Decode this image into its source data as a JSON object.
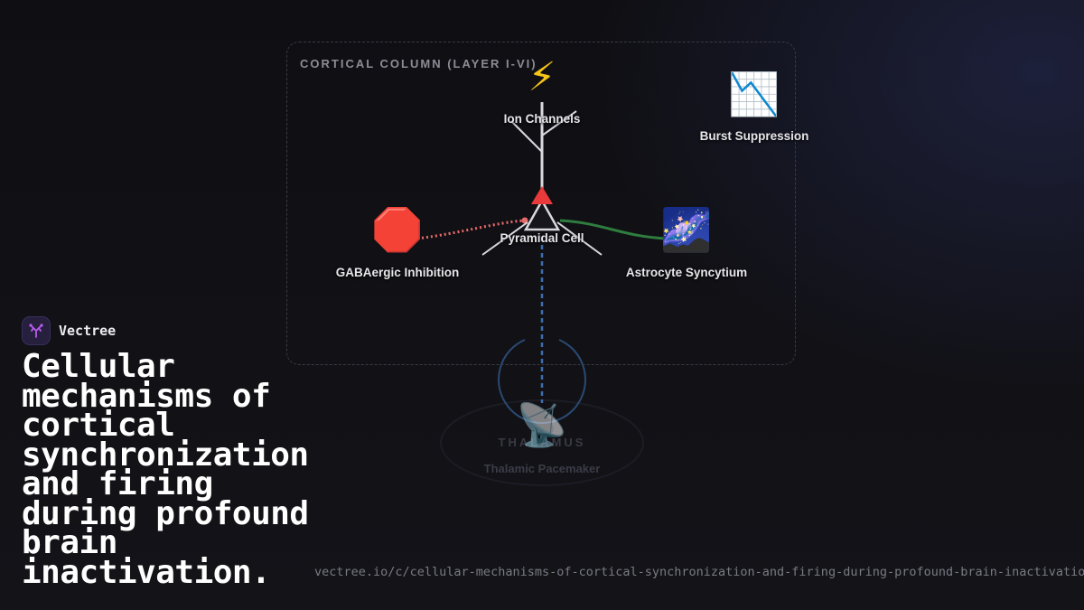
{
  "brand": {
    "name": "Vectree",
    "logo_icon": "tree-branch-icon",
    "accent": "#b85cf0"
  },
  "headline": "Cellular mechanisms of cortical synchronization and firing during profound brain inactivation.",
  "url": "vectree.io/c/cellular-mechanisms-of-cortical-synchronization-and-firing-during-profound-brain-inactivation",
  "diagram": {
    "column_title": "CORTICAL COLUMN (LAYER I-VI)",
    "nodes": {
      "ion_channels": {
        "icon": "⚡",
        "icon_name": "lightning-icon",
        "label": "Ion Channels"
      },
      "burst_suppression": {
        "icon": "📉",
        "icon_name": "chart-decreasing-icon",
        "label": "Burst Suppression"
      },
      "pyramidal_cell": {
        "icon_name": "pyramidal-neuron-icon",
        "label": "Pyramidal Cell"
      },
      "gabaergic": {
        "icon": "🛑",
        "icon_name": "stop-sign-icon",
        "label": "GABAergic Inhibition"
      },
      "astrocyte": {
        "icon": "🌌",
        "icon_name": "milky-way-icon",
        "label": "Astrocyte Syncytium"
      },
      "thalamus": {
        "icon": "📡",
        "icon_name": "satellite-dish-icon",
        "title": "THALAMUS",
        "label": "Thalamic Pacemaker"
      }
    },
    "connections": [
      {
        "from": "gabaergic",
        "to": "pyramidal_cell",
        "style": "dotted",
        "color": "#e86a6a"
      },
      {
        "from": "astrocyte",
        "to": "pyramidal_cell",
        "style": "solid",
        "color": "#2e7d3e"
      },
      {
        "from": "thalamus",
        "to": "pyramidal_cell",
        "style": "dashed",
        "color": "#3b6fb0"
      }
    ]
  }
}
